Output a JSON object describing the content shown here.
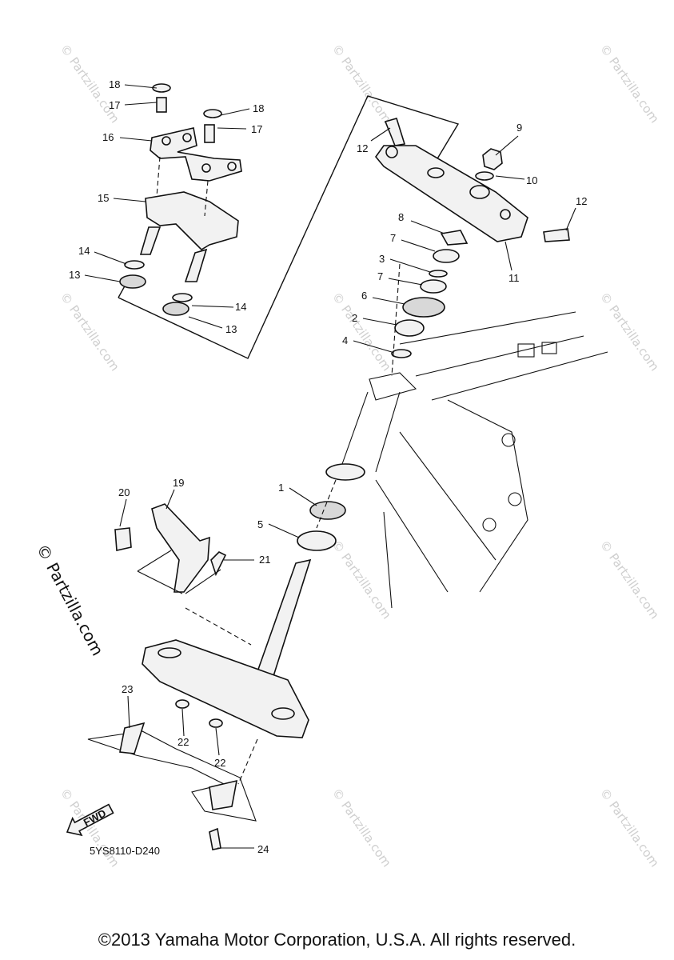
{
  "watermark": "© Partzilla.com",
  "drawing_code": "5YS8110-D240",
  "copyright": "©2013 Yamaha Motor Corporation, U.S.A. All rights reserved.",
  "fwd_label": "FWD",
  "callouts": [
    "1",
    "2",
    "3",
    "4",
    "5",
    "6",
    "7",
    "7",
    "8",
    "9",
    "10",
    "11",
    "12",
    "12",
    "13",
    "13",
    "14",
    "14",
    "15",
    "16",
    "17",
    "17",
    "18",
    "18",
    "19",
    "20",
    "21",
    "22",
    "22",
    "23",
    "24"
  ]
}
